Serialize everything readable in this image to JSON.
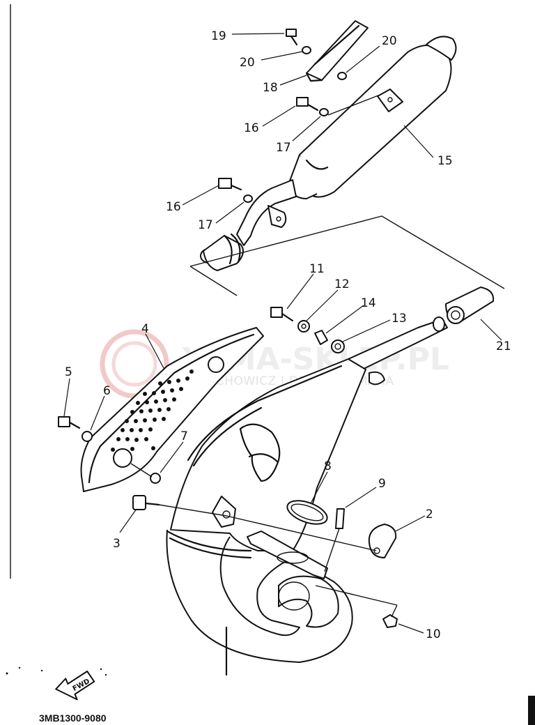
{
  "diagram": {
    "code": "3MB1300-9080",
    "fwd_label": "FWD",
    "watermark": {
      "line1": "YAMA-SKLEP.PL",
      "line2": "MIECHOWICZ | DEALER YAMAHA"
    },
    "callouts": [
      {
        "id": "c19",
        "text": "19"
      },
      {
        "id": "c20a",
        "text": "20"
      },
      {
        "id": "c20b",
        "text": "20"
      },
      {
        "id": "c18",
        "text": "18"
      },
      {
        "id": "c16a",
        "text": "16"
      },
      {
        "id": "c17a",
        "text": "17"
      },
      {
        "id": "c15",
        "text": "15"
      },
      {
        "id": "c16b",
        "text": "16"
      },
      {
        "id": "c17b",
        "text": "17"
      },
      {
        "id": "c11",
        "text": "11"
      },
      {
        "id": "c12",
        "text": "12"
      },
      {
        "id": "c14",
        "text": "14"
      },
      {
        "id": "c13",
        "text": "13"
      },
      {
        "id": "c21",
        "text": "21"
      },
      {
        "id": "c4",
        "text": "4"
      },
      {
        "id": "c5",
        "text": "5"
      },
      {
        "id": "c6",
        "text": "6"
      },
      {
        "id": "c7",
        "text": "7"
      },
      {
        "id": "c8",
        "text": "8"
      },
      {
        "id": "c9",
        "text": "9"
      },
      {
        "id": "c2",
        "text": "2"
      },
      {
        "id": "c3",
        "text": "3"
      },
      {
        "id": "c10",
        "text": "10"
      }
    ]
  }
}
